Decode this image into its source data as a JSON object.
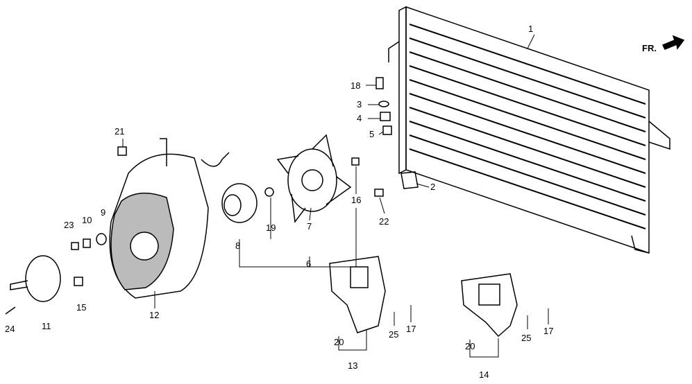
{
  "front_indicator": "FR.",
  "callouts": [
    "1",
    "2",
    "3",
    "4",
    "5",
    "6",
    "7",
    "8",
    "9",
    "10",
    "11",
    "12",
    "13",
    "14",
    "15",
    "16",
    "17",
    "17",
    "18",
    "19",
    "20",
    "20",
    "21",
    "22",
    "23",
    "24",
    "25",
    "25"
  ]
}
